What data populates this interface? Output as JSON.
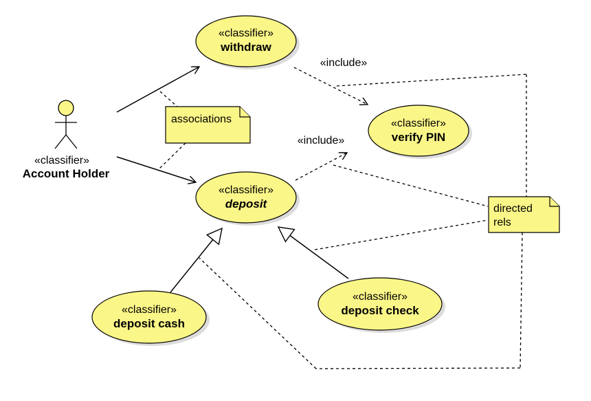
{
  "actor": {
    "stereotype": "«classifier»",
    "name": "Account Holder"
  },
  "use_cases": {
    "withdraw": {
      "stereotype": "«classifier»",
      "name": "withdraw"
    },
    "verify_pin": {
      "stereotype": "«classifier»",
      "name": "verify PIN"
    },
    "deposit": {
      "stereotype": "«classifier»",
      "name": "deposit"
    },
    "deposit_cash": {
      "stereotype": "«classifier»",
      "name": "deposit cash"
    },
    "deposit_check": {
      "stereotype": "«classifier»",
      "name": "deposit check"
    }
  },
  "relations": {
    "include_withdraw": "«include»",
    "include_deposit": "«include»"
  },
  "notes": {
    "associations": "associations",
    "directed_line1": "directed",
    "directed_line2": "rels"
  },
  "colors": {
    "use_case_fill": "#fbf688",
    "note_fill": "#fbf688",
    "actor_head": "#fbf688"
  }
}
